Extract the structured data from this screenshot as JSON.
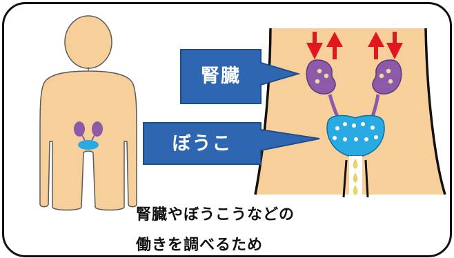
{
  "callouts": {
    "kidney_label": "腎臓",
    "bladder_label": "ぼうこ"
  },
  "caption": {
    "line1": "腎臓やぼうこうなどの",
    "line2": "働きを調べるため"
  },
  "colors": {
    "skin": "#f6cf9b",
    "body_outline": "#5a5a5a",
    "kidney": "#8c5aa8",
    "bladder": "#2aaae2",
    "callout_blue": "#2f66b1",
    "arrow_red": "#e0171f",
    "urine_drop": "#e6d56a"
  }
}
